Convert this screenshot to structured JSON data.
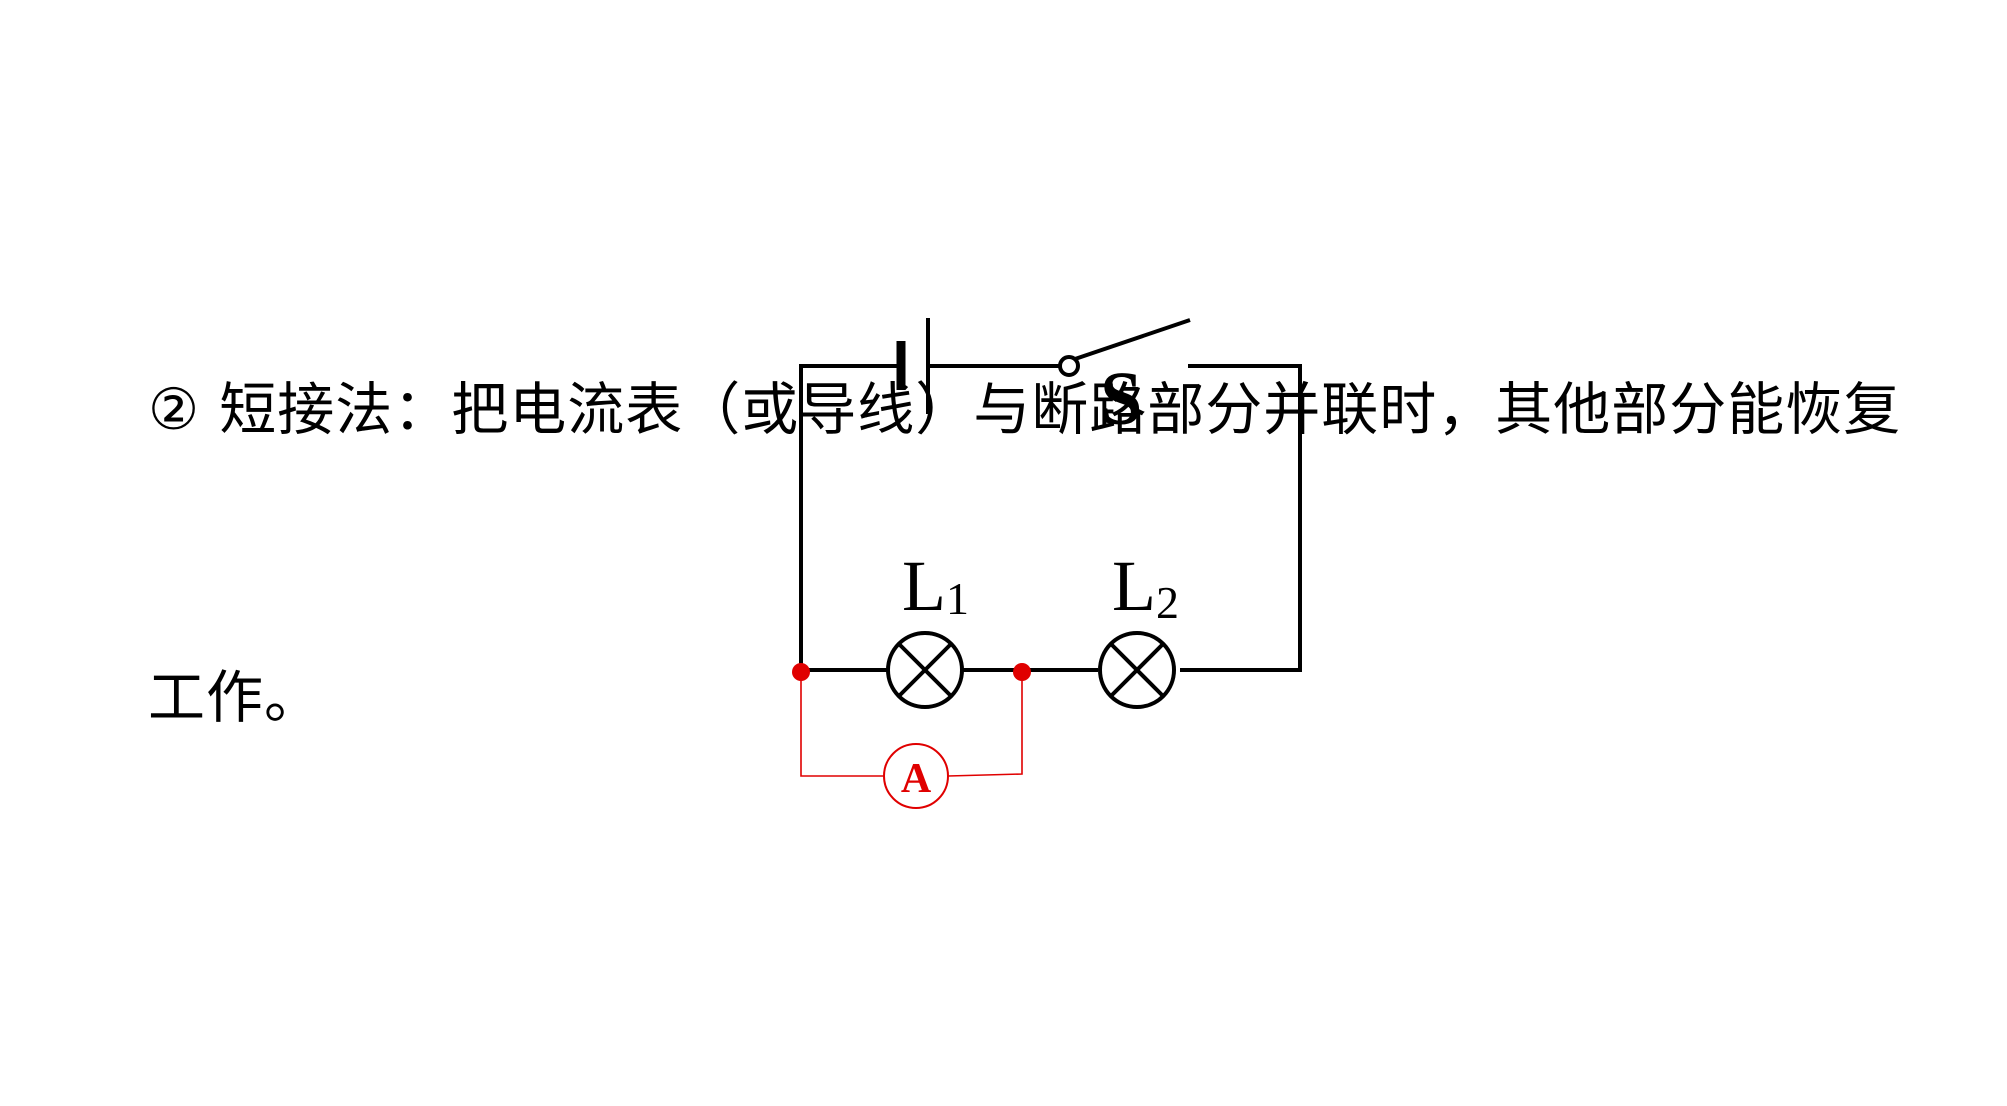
{
  "text": {
    "line1": "② 短接法：把电流表（或导线）与断路部分并联时，其他部分能恢复",
    "line2": "工作。"
  },
  "circuit": {
    "switch_label": "S",
    "lamp1": {
      "main": "L",
      "sub": "1"
    },
    "lamp2": {
      "main": "L",
      "sub": "2"
    },
    "ammeter_label": "A",
    "colors": {
      "wire": "#000000",
      "ammeter": "#e00000"
    }
  }
}
